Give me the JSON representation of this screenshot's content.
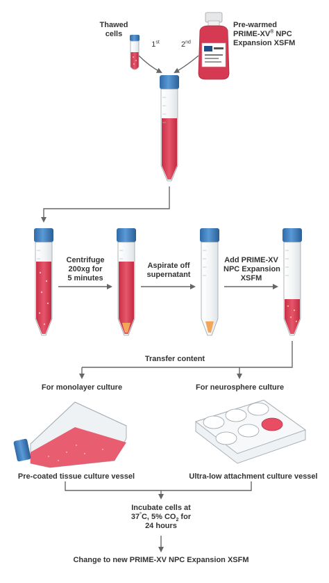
{
  "colors": {
    "cap": "#3f7fc1",
    "medium": "#e0435a",
    "pellet": "#f2a65a",
    "arrow": "#666666",
    "text": "#333333"
  },
  "top": {
    "thawed_cells": [
      "Thawed",
      "cells"
    ],
    "step_first": "1",
    "step_first_sup": "st",
    "step_second": "2",
    "step_second_sup": "nd",
    "medium_label_line1": "Pre-warmed",
    "medium_label_line2a": "PRIME-XV",
    "medium_label_line2_sup": "®",
    "medium_label_line2b": " NPC",
    "medium_label_line3": "Expansion XSFM"
  },
  "middle": {
    "centrifuge": [
      "Centrifuge",
      "200xg for",
      "5 minutes"
    ],
    "aspirate": [
      "Aspirate off",
      "supernatant"
    ],
    "add_medium": [
      "Add PRIME-XV",
      "NPC Expansion",
      "XSFM"
    ],
    "transfer": "Transfer content"
  },
  "culture": {
    "monolayer_title": "For monolayer culture",
    "neurosphere_title": "For neurosphere culture",
    "monolayer_vessel": "Pre-coated tissue culture vessel",
    "neurosphere_vessel": "Ultra-low attachment culture vessel"
  },
  "incubate": {
    "line1": "Incubate cells at",
    "line2a": "37",
    "line2_sup": "°",
    "line2b": "C, 5",
    "line2_pct": "%",
    "line2c": " CO",
    "line2_sub": "2",
    "line2d": " for",
    "line3": "24 hours"
  },
  "final_step": "Change to new PRIME-XV NPC Expansion XSFM"
}
